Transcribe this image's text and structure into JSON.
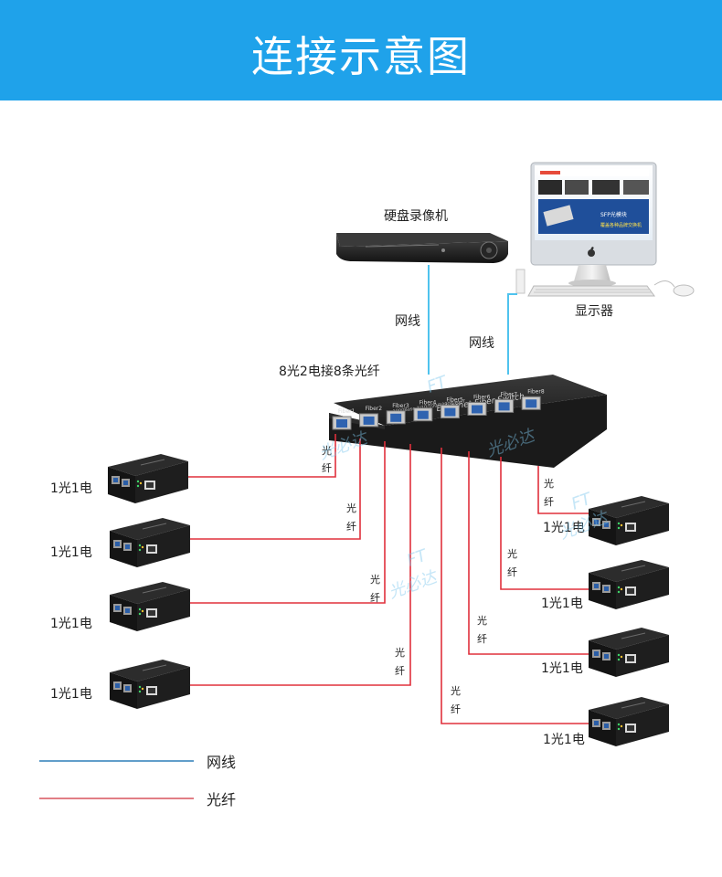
{
  "header": {
    "title": "连接示意图"
  },
  "devices": {
    "nvr": {
      "label": "硬盘录像机"
    },
    "monitor": {
      "label": "显示器",
      "screen_banner": "SFP光模块",
      "screen_banner_sub": "覆盖各种品牌交换机",
      "icon": "apple-logo-icon"
    },
    "switch": {
      "label": "8光2电接8条光纤",
      "panel_title": "Ethernet Fiber Switch",
      "panel_subtitle": "1000Base-X/10/100/1000Base-T",
      "ports": [
        "Fiber1",
        "Fiber2",
        "Fiber3",
        "Fiber4",
        "Fiber5",
        "Fiber6",
        "Fiber7",
        "Fiber8"
      ]
    },
    "converter_label": "1光1电"
  },
  "links": {
    "network_label": "网线",
    "fiber_label_top": "光",
    "fiber_label_bottom": "纤"
  },
  "legend": {
    "items": [
      {
        "label": "网线",
        "color": "#2d7fb8"
      },
      {
        "label": "光纤",
        "color": "#d0303c"
      }
    ]
  },
  "watermark": {
    "line1": "FT",
    "line2": "光必达"
  },
  "colors": {
    "banner": "#1fa2ea",
    "network_cable": "#4fc3ee",
    "fiber_cable": "#e0303c",
    "legend_network": "#2d7fb8",
    "legend_fiber": "#d0303c"
  }
}
